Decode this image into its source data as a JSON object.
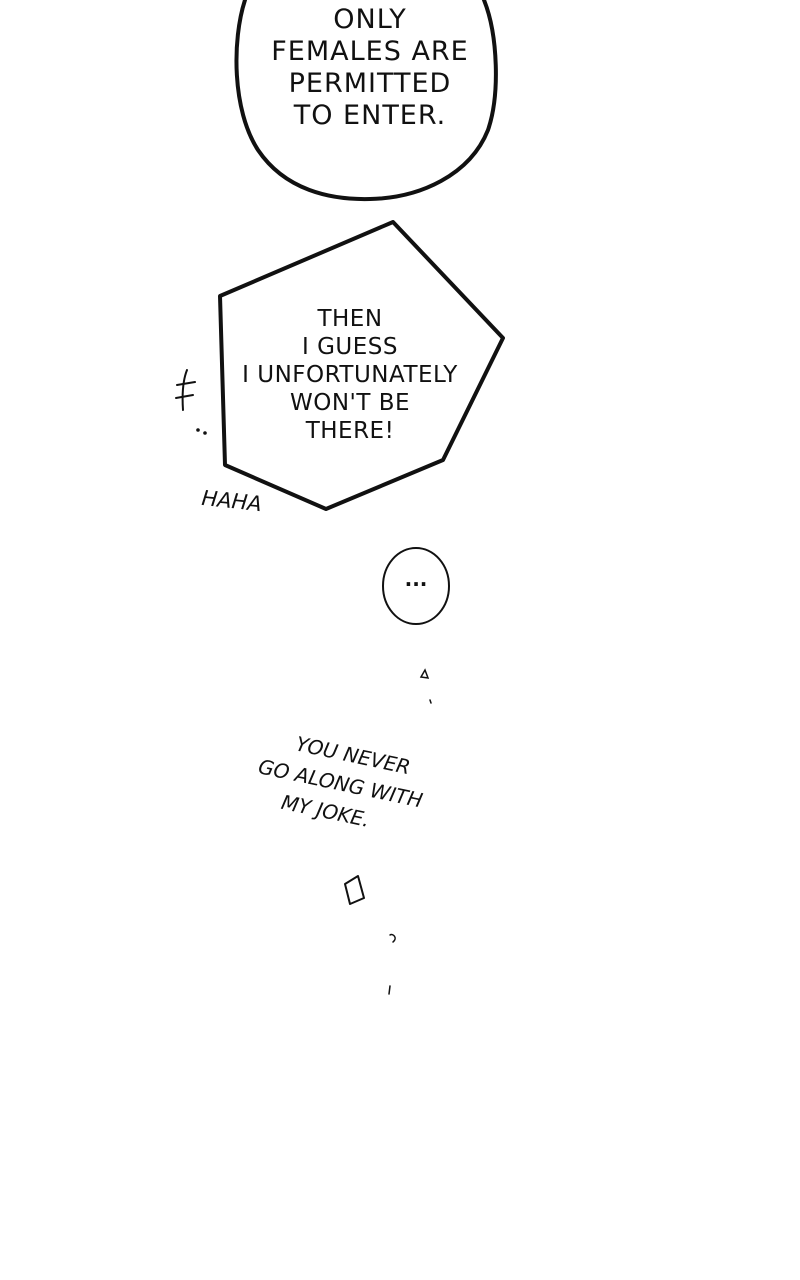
{
  "panel": {
    "background": "#ffffff",
    "ink": "#111111"
  },
  "bubble_top": {
    "shape": "rounded-oval",
    "lines": [
      "ONLY",
      "FEMALES ARE",
      "PERMITTED",
      "TO ENTER."
    ]
  },
  "bubble_middle": {
    "shape": "pentagon",
    "lines": [
      "THEN",
      "I GUESS",
      "I UNFORTUNATELY",
      "WON'T BE",
      "THERE!"
    ]
  },
  "sfx_haha": "HAHA",
  "bubble_small": {
    "shape": "small-oval",
    "text": "..."
  },
  "handwritten": {
    "lines": [
      "YOU NEVER",
      "GO ALONG WITH",
      "MY JOKE."
    ]
  },
  "decorations": [
    "sweat-mark-icon",
    "sparkle-icon",
    "scribble-icon"
  ]
}
